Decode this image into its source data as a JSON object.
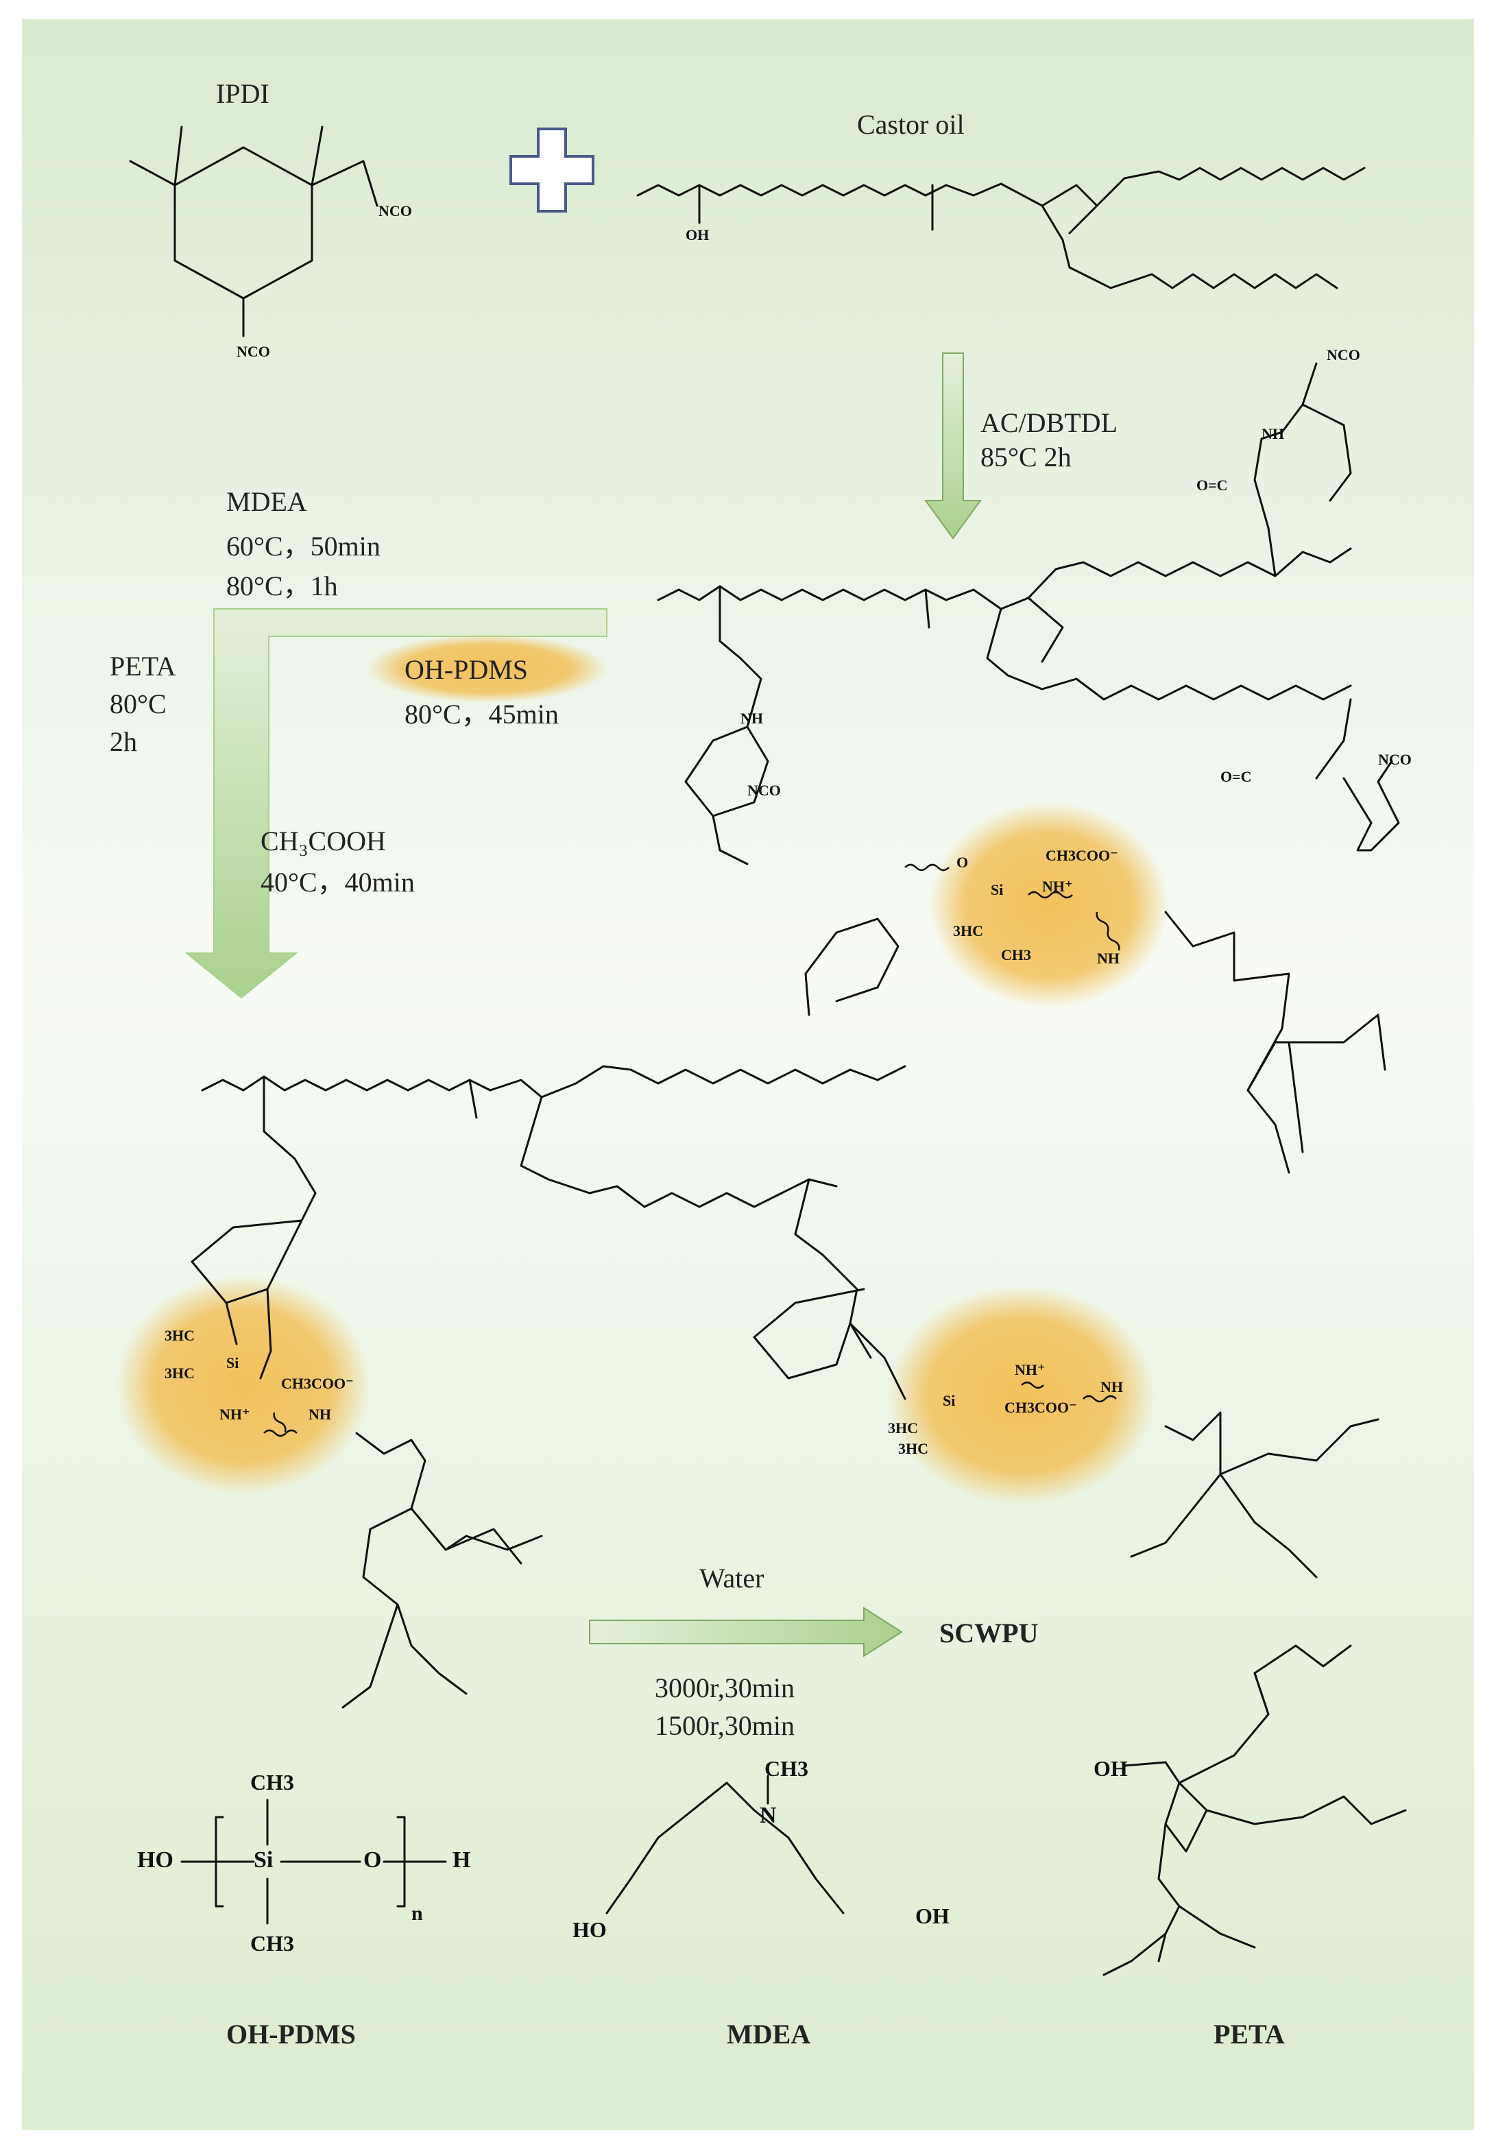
{
  "colors": {
    "panel_top": "#d9ead0",
    "panel_mid": "#f7fbf4",
    "panel_bottom": "#dbeccf",
    "arrow": "#a9d18e",
    "arrow_edge": "#7fa863",
    "highlight": "#f2c15b",
    "ink": "#111111"
  },
  "reactants": {
    "ipdi": {
      "name": "IPDI",
      "nco_1": "NCO",
      "nco_2": "NCO"
    },
    "plus_icon": "plus-sign",
    "castor_oil": {
      "name": "Castor oil",
      "oh": "OH"
    }
  },
  "step1": {
    "line1": "AC/DBTDL",
    "line2": "85°C 2h"
  },
  "step_mdea": {
    "name": "MDEA",
    "cond1": "60°C，50min",
    "cond2": "80°C，1h"
  },
  "step_peta": {
    "name": "PETA",
    "temp": "80°C",
    "time": "2h"
  },
  "step_pdms": {
    "name": "OH-PDMS",
    "cond": "80°C，45min"
  },
  "step_acid": {
    "name": "CH₃COOH",
    "cond": "40°C，40min"
  },
  "prepolymer": {
    "nco": "NCO",
    "nh": "NH",
    "o": "O",
    "oc": "O=C"
  },
  "final": {
    "si": "Si",
    "nh_plus": "NH⁺",
    "acetate": "CH3COO⁻",
    "methyl_a": "3HC",
    "methyl_b": "CH3",
    "nh": "NH",
    "o": "O"
  },
  "dispersion": {
    "reagent": "Water",
    "cond1": "3000r,30min",
    "cond2": "1500r,30min",
    "product": "SCWPU"
  },
  "structures": {
    "pdms": {
      "label": "OH-PDMS",
      "ho": "HO",
      "si": "Si",
      "o": "O",
      "h": "H",
      "n": "n",
      "ch3_top": "CH3",
      "ch3_bottom": "CH3"
    },
    "mdea": {
      "label": "MDEA",
      "n": "N",
      "ch3": "CH3",
      "oh_left": "HO",
      "oh_right": "OH"
    },
    "peta": {
      "label": "PETA",
      "oh": "OH"
    }
  }
}
